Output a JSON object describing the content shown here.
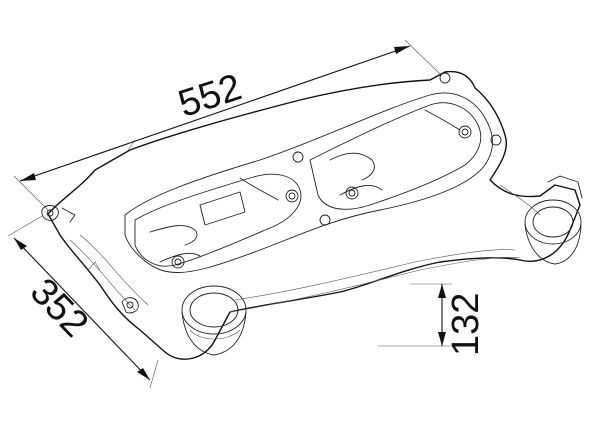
{
  "dimensions": {
    "length": "552",
    "width": "352",
    "height": "132"
  }
}
